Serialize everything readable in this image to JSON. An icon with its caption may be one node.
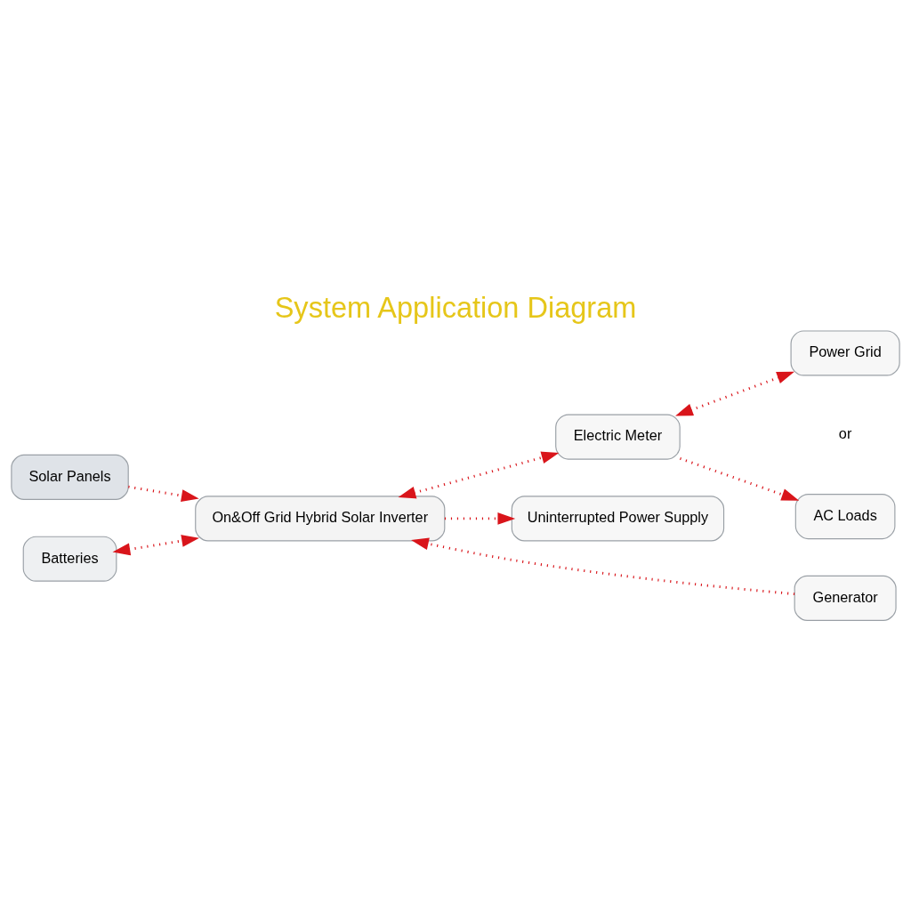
{
  "diagram": {
    "title": "System Application Diagram",
    "nodes": [
      {
        "text": [
          "Solar Panels"
        ]
      },
      {
        "text": [
          "On&Off Grid Hybrid Solar Inverter"
        ]
      },
      {
        "text": [
          "Electric Meter"
        ]
      },
      {
        "text": [
          "Power Grid"
        ]
      },
      {
        "text": [
          "AC Loads"
        ]
      },
      {
        "text": [
          "Generator"
        ]
      },
      {
        "text": [
          "Batteries"
        ]
      },
      {
        "text": [
          "Uninterrupted Power Supply"
        ]
      }
    ],
    "edges": [
      {
        "from": 0,
        "to": 1,
        "arrow": "to"
      },
      {
        "from": 1,
        "to": 2,
        "arrow": "both"
      },
      {
        "from": 2,
        "to": 4,
        "arrow": "to"
      },
      {
        "from": 2,
        "to": 3,
        "arrow": "both"
      },
      {
        "from": 5,
        "to": 1,
        "arrow": "to"
      },
      {
        "from": 6,
        "to": 1,
        "arrow": "both"
      },
      {
        "from": 1,
        "to": 7,
        "arrow": "to"
      }
    ],
    "labels": [
      "or"
    ]
  }
}
